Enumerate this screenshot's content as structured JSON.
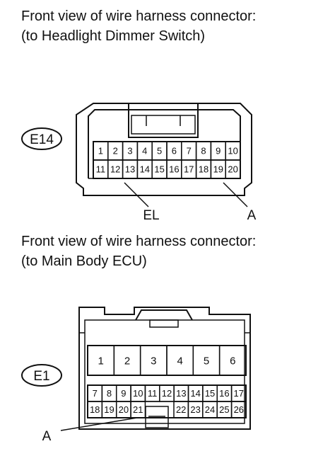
{
  "section1": {
    "caption_line1": "Front view of wire harness connector:",
    "caption_line2": "(to Headlight Dimmer Switch)",
    "connector_id": "E14",
    "pins_row1": [
      "1",
      "2",
      "3",
      "4",
      "5",
      "6",
      "7",
      "8",
      "9",
      "10"
    ],
    "pins_row2": [
      "11",
      "12",
      "13",
      "14",
      "15",
      "16",
      "17",
      "18",
      "19",
      "20"
    ],
    "callout_left": "EL",
    "callout_right": "A"
  },
  "section2": {
    "caption_line1": "Front view of wire harness connector:",
    "caption_line2": "(to Main Body ECU)",
    "connector_id": "E1",
    "pins_large": [
      "1",
      "2",
      "3",
      "4",
      "5",
      "6"
    ],
    "pins_row2": [
      "7",
      "8",
      "9",
      "10",
      "11",
      "12",
      "13",
      "14",
      "15",
      "16",
      "17"
    ],
    "pins_row3_left": [
      "18",
      "19",
      "20",
      "21"
    ],
    "pins_row3_right": [
      "22",
      "23",
      "24",
      "25",
      "26"
    ],
    "callout": "A"
  }
}
